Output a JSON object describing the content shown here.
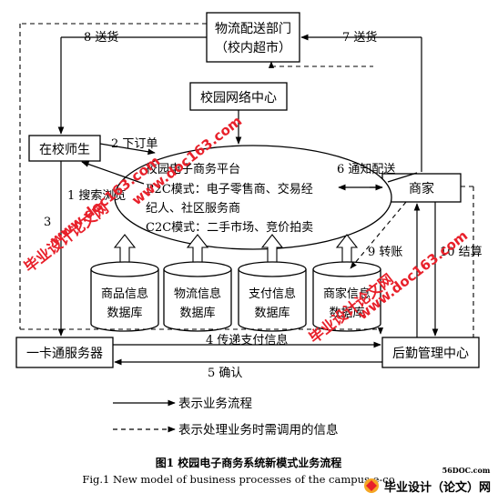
{
  "nodes": {
    "logistics": [
      "物流配送部门",
      "（校内超市）"
    ],
    "network_center": "校园网络中心",
    "student": "在校师生",
    "merchant": "商家",
    "card_server": "一卡通服务器",
    "logistics_center": "后勤管理中心",
    "platform": [
      "校园电子商务平台",
      "B2C模式：电子零售商、交易经",
      "纪人、社区服务商",
      "C2C模式：二手市场、竞价拍卖"
    ]
  },
  "databases": [
    [
      "商品信息",
      "数据库"
    ],
    [
      "物流信息",
      "数据库"
    ],
    [
      "支付信息",
      "数据库"
    ],
    [
      "商家信息",
      "数据库"
    ]
  ],
  "edges": {
    "e1": "1 搜索浏览",
    "e2": "2 下订单",
    "e3": "3",
    "e4": "4 传递支付信息",
    "e5": "5 确认",
    "e6": "6 通知配送",
    "e7": "7 送货",
    "e8": "8 送货",
    "e9": "9 转账",
    "e10": "10 结算"
  },
  "legend": {
    "solid": "表示业务流程",
    "dashed": "表示处理业务时需调用的信息"
  },
  "caption": {
    "cn": "图1  校园电子商务系统新模式业务流程",
    "en": "Fig.1 New model of business processes of the campus e-co"
  },
  "watermarks": {
    "w1": "www.doc163.com",
    "w2": "毕业设计论文网",
    "w3": "www.doc163.com",
    "w4": "毕业设计论文网",
    "w5": "www.doc163.com",
    "footer_site": "56DOC.com",
    "footer_brand": "毕业设计（论文）网"
  }
}
